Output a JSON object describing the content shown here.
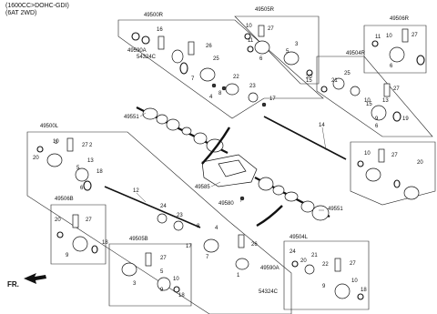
{
  "header": {
    "line1": "(1600CC>DOHC-GDI)",
    "line2": "(6AT 2WD)"
  },
  "fr_label": "FR.",
  "labels": {
    "a49500R": "49500R",
    "a49505R": "49505R",
    "a49506R": "49506R",
    "a49504R": "49504R",
    "a49500L": "49500L",
    "a49506B": "49506B",
    "a49505B": "49505B",
    "a49504L": "49504L",
    "a49551a": "49551",
    "a49551b": "49551",
    "a49585": "49585",
    "a49580": "49580",
    "a49590A_r": "49590A",
    "a54324C_r": "54324C",
    "a49590A_l": "49590A",
    "a54324C_l": "54324C",
    "n14": "14",
    "n12": "12",
    "n16": "16",
    "n26a": "26",
    "n26b": "26",
    "n27a": "27",
    "n27b": "27",
    "n27c": "27",
    "n27d": "27",
    "n27e": "27",
    "n27f": "27",
    "n27g": "27",
    "n27h": "27",
    "n10a": "10",
    "n10b": "10",
    "n10c": "10",
    "n10d": "10",
    "n10e": "10",
    "n10f": "10",
    "n10g": "10",
    "n11a": "11",
    "n11b": "11",
    "n15a": "15",
    "n15b": "15",
    "n13a": "13",
    "n13b": "13",
    "n6a": "6",
    "n6b": "6",
    "n6c": "6",
    "n6d": "6",
    "n3a": "3",
    "n3b": "3",
    "n3c": "3",
    "n5a": "5",
    "n5b": "5",
    "n5c": "5",
    "n9a": "9",
    "n9b": "9",
    "n9c": "9",
    "n9d": "9",
    "n20a": "20",
    "n20b": "20",
    "n20c": "20",
    "n20d": "20",
    "n20e": "20",
    "n21a": "21",
    "n21b": "21",
    "n22a": "22",
    "n22b": "22",
    "n23a": "23",
    "n23b": "23",
    "n24a": "24",
    "n24b": "24",
    "n25a": "25",
    "n25b": "25",
    "n7a": "7",
    "n7b": "7",
    "n8a": "8",
    "n8b": "8",
    "n4a": "4",
    "n4b": "4",
    "n17a": "17",
    "n17b": "17",
    "n18a": "18",
    "n18b": "18",
    "n18c": "18",
    "n18d": "18",
    "n19": "19",
    "n2": "2",
    "n1": "1"
  }
}
